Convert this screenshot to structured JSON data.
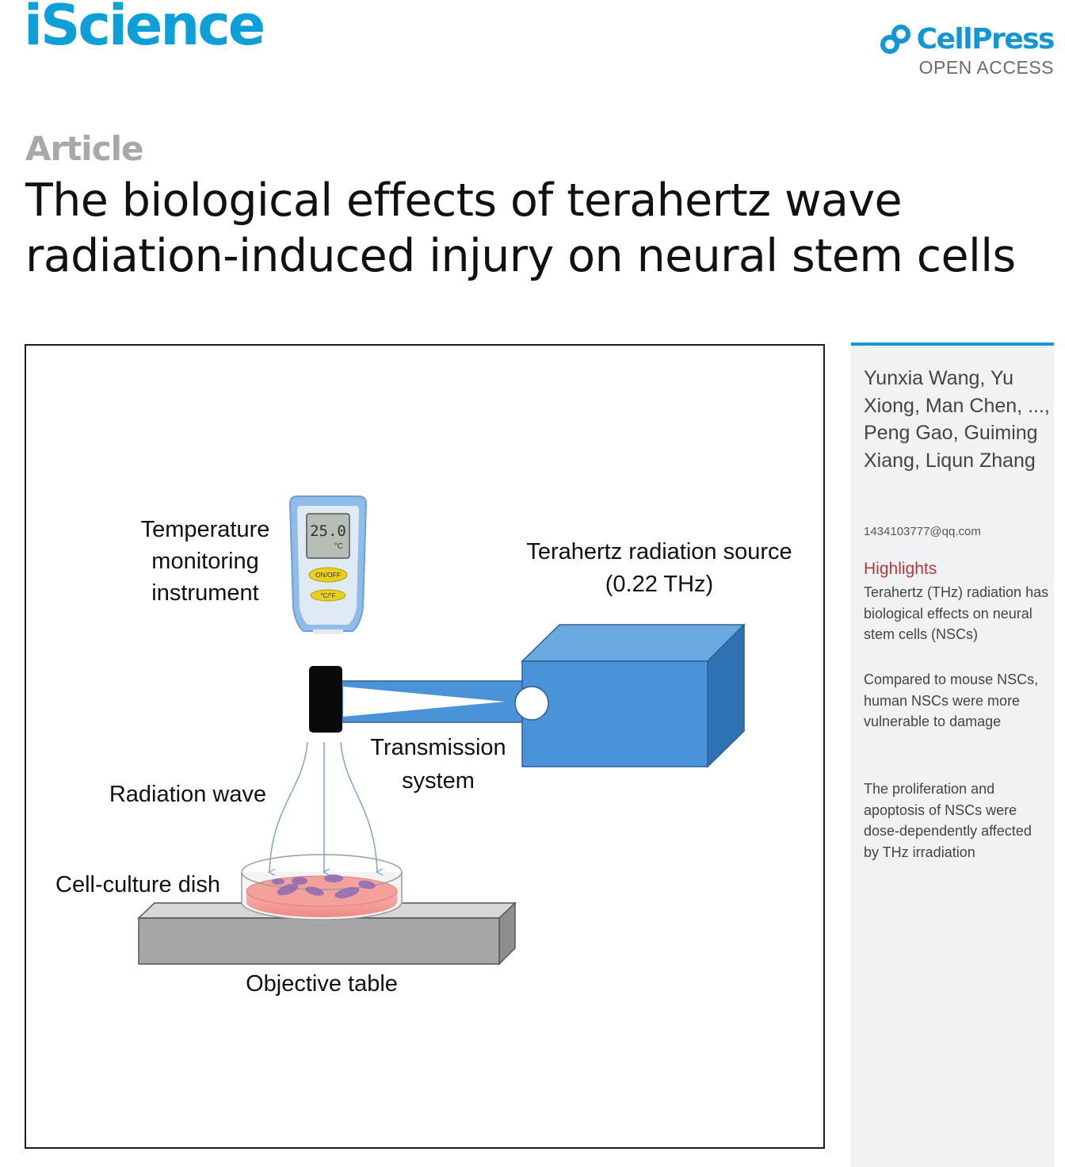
{
  "header": {
    "journal_name": "iScience",
    "publisher_name": "CellPress",
    "publisher_subtitle": "OPEN ACCESS"
  },
  "article": {
    "type": "Article",
    "title": "The biological effects of terahertz wave radiation-induced injury on neural stem cells"
  },
  "figure": {
    "labels": {
      "temperature_monitor": [
        "Temperature",
        "monitoring",
        "instrument"
      ],
      "source": [
        "Terahertz radiation source",
        "(0.22 THz)"
      ],
      "transmission": [
        "Transmission",
        "system"
      ],
      "radiation_wave": "Radiation wave",
      "dish": "Cell-culture dish",
      "table": "Objective table"
    },
    "thermometer": {
      "reading": "25.0",
      "unit": "°C",
      "button_onoff": "ON/OFF",
      "button_unit": "°C/°F"
    },
    "colors": {
      "source_front": "#4a93d8",
      "source_top": "#6aa9e0",
      "source_side": "#2f72b3",
      "thermometer_body": "#8fbde8",
      "button_yellow": "#e8d021",
      "table_front": "#a6a6a6",
      "table_top": "#d7d7d7",
      "culture_medium": "#f2958f",
      "cells": "#8b6cb4"
    }
  },
  "sidebar": {
    "authors": "Yunxia Wang, Yu Xiong, Man Chen, ..., Peng Gao, Guiming Xiang, Liqun Zhang",
    "email": "1434103777@qq.com",
    "highlights_heading": "Highlights",
    "highlights": [
      "Terahertz (THz) radiation has biological effects on neural stem cells (NSCs)",
      "Compared to mouse NSCs, human NSCs were more vulnerable to damage",
      "The proliferation and apoptosis of NSCs were dose-dependently affected by THz irradiation"
    ]
  }
}
